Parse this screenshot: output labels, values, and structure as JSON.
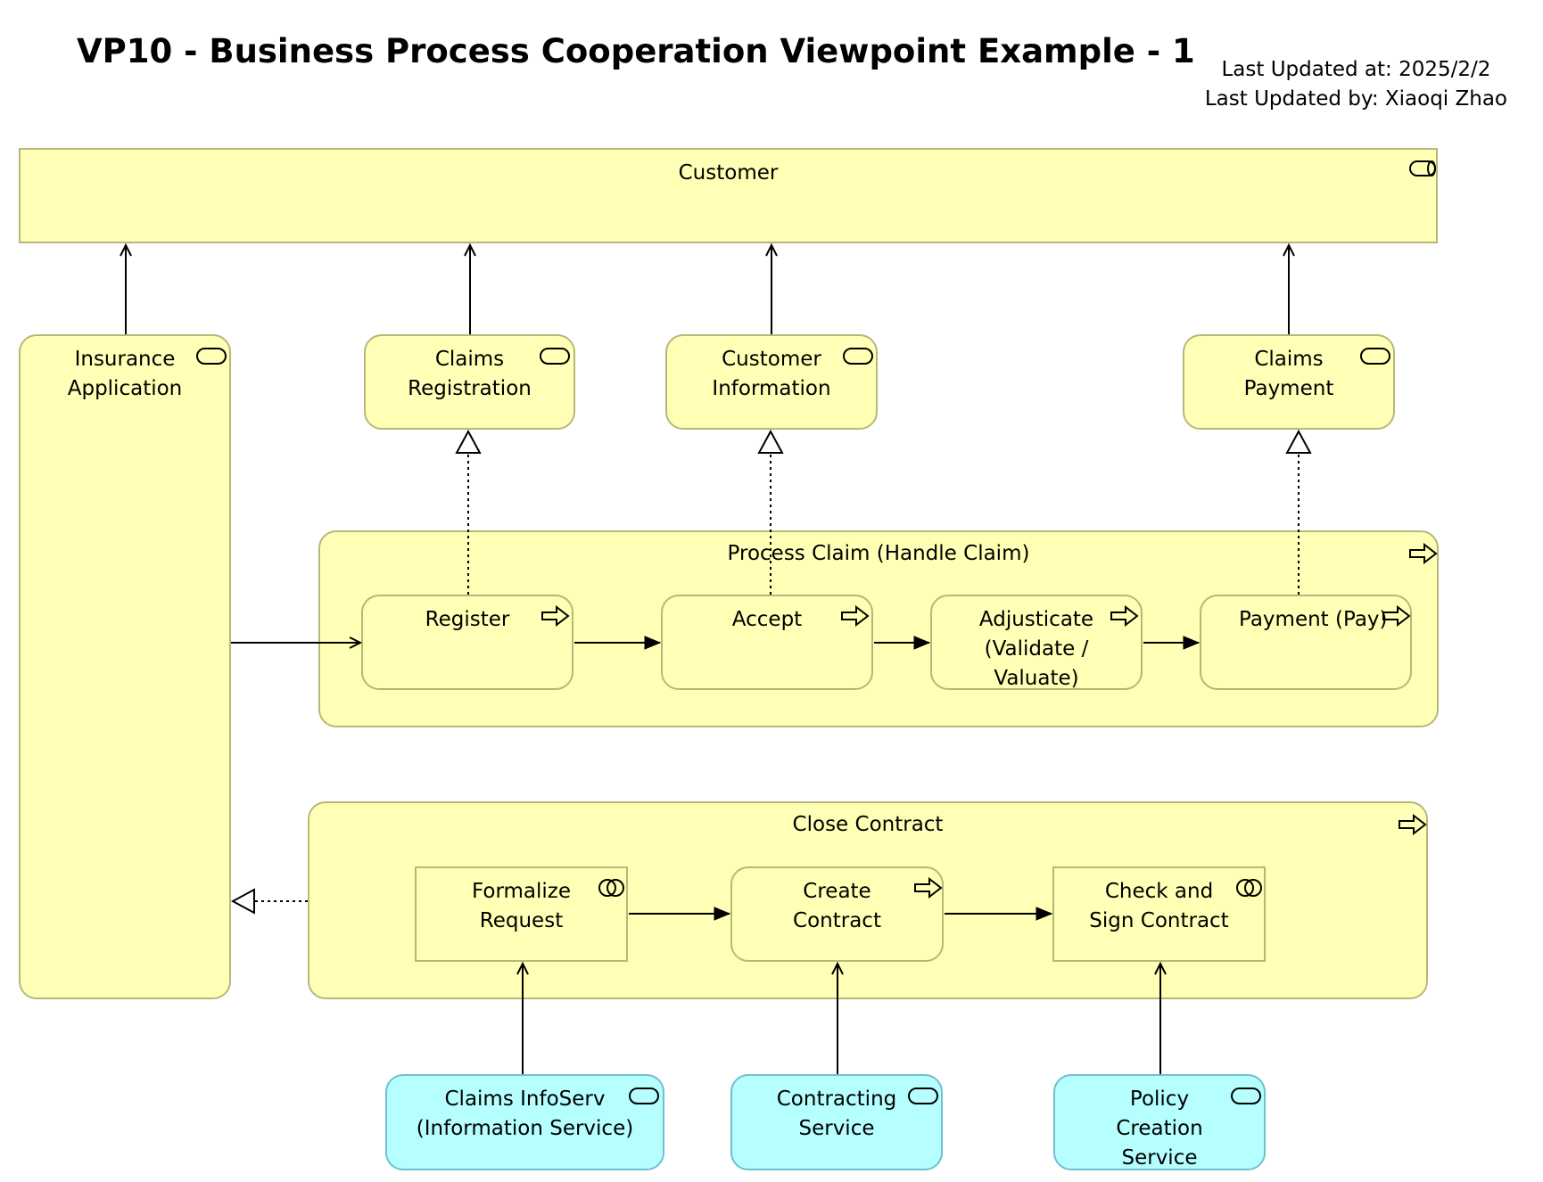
{
  "diagram": {
    "title": "VP10 - Business Process Cooperation Viewpoint Example - 1",
    "last_updated_at": "Last Updated at: 2025/2/2",
    "last_updated_by": "Last Updated by: Xiaoqi Zhao",
    "customer": {
      "label": "Customer",
      "icon": "business-role-icon"
    },
    "services": {
      "insurance_application": {
        "label": "Insurance\nApplication",
        "icon": "business-service-icon"
      },
      "claims_registration": {
        "label": "Claims\nRegistration",
        "icon": "business-service-icon"
      },
      "customer_information": {
        "label": "Customer\nInformation",
        "icon": "business-service-icon"
      },
      "claims_payment": {
        "label": "Claims\nPayment",
        "icon": "business-service-icon"
      }
    },
    "process_claim": {
      "label": "Process Claim (Handle Claim)",
      "icon": "business-process-icon",
      "steps": {
        "register": "Register",
        "accept": "Accept",
        "adjusticate": "Adjusticate\n(Validate /\nValuate)",
        "payment": "Payment (Pay)"
      }
    },
    "close_contract": {
      "label": "Close Contract",
      "icon": "business-process-icon",
      "steps": {
        "formalize": {
          "label": "Formalize\nRequest",
          "icon": "business-interaction-icon"
        },
        "create": {
          "label": "Create\nContract",
          "icon": "business-process-icon"
        },
        "check_sign": {
          "label": "Check and\nSign Contract",
          "icon": "business-interaction-icon"
        }
      }
    },
    "application_services": {
      "claims_infoserv": {
        "label": "Claims InfoServ\n(Information Service)",
        "icon": "application-service-icon"
      },
      "contracting": {
        "label": "Contracting\nService",
        "icon": "application-service-icon"
      },
      "policy_creation": {
        "label": "Policy\nCreation\nService",
        "icon": "application-service-icon"
      }
    },
    "colors": {
      "business_fill": "#ffffb5",
      "business_border": "#b8b77a",
      "application_fill": "#b5ffff",
      "application_border": "#6fbfcf"
    }
  }
}
